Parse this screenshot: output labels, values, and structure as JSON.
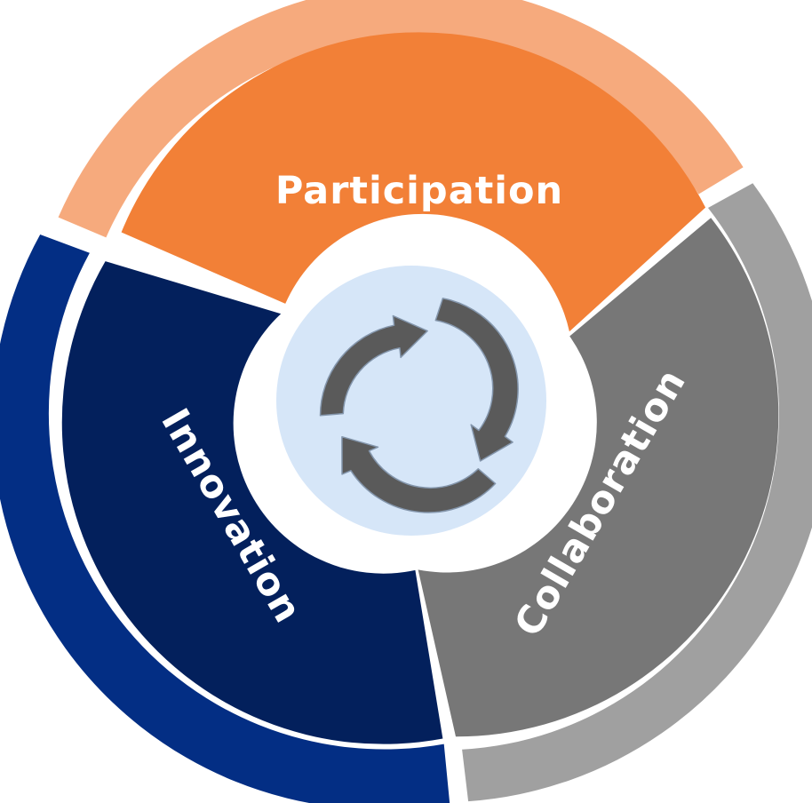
{
  "segments": [
    {
      "id": "participation",
      "label": "Participation",
      "color": "#F28037",
      "ring_color": "#F6AA7D"
    },
    {
      "id": "collaboration",
      "label": "Collaboration",
      "color": "#777777",
      "ring_color": "#A0A0A0"
    },
    {
      "id": "innovation",
      "label": "Innovation",
      "color": "#03205C",
      "ring_color": "#032E84"
    }
  ],
  "center": {
    "icon": "cycle-arrows-icon",
    "hub_color": "#D6E6F8",
    "arrow_color": "#5A5A5A"
  }
}
